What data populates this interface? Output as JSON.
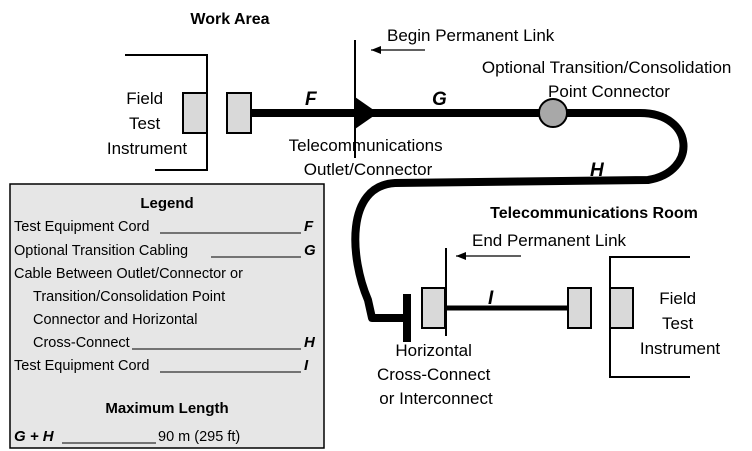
{
  "colors": {
    "cable": "#000000",
    "plug_fill": "#d9d9d9",
    "connector_fill": "#a8a8a8",
    "legend_fill": "#e6e6e6"
  },
  "work_area": {
    "title": "Work Area",
    "instrument_label": [
      "Field",
      "Test",
      "Instrument"
    ]
  },
  "telecom_room": {
    "title": "Telecommunications Room",
    "instrument_label": [
      "Field",
      "Test",
      "Instrument"
    ]
  },
  "segments": {
    "f": "F",
    "g": "G",
    "h": "H",
    "i": "I"
  },
  "labels": {
    "begin_permanent_link": "Begin Permanent Link",
    "end_permanent_link": "End Permanent Link",
    "optional_transition": [
      "Optional Transition/Consolidation",
      "Point Connector"
    ],
    "telecom_outlet": [
      "Telecommunications",
      "Outlet/Connector"
    ],
    "cross_connect": [
      "Horizontal",
      "Cross-Connect",
      "or Interconnect"
    ]
  },
  "legend": {
    "title": "Legend",
    "items": [
      {
        "text": "Test Equipment Cord",
        "key": "F"
      },
      {
        "text": "Optional Transition Cabling",
        "key": "G"
      },
      {
        "text": "Cable Between Outlet/Connector or"
      },
      {
        "text": "Transition/Consolidation Point"
      },
      {
        "text": "Connector and Horizontal"
      },
      {
        "text": "Cross-Connect",
        "key": "H"
      },
      {
        "text": "Test Equipment Cord",
        "key": "I"
      }
    ],
    "max_length_title": "Maximum Length",
    "max_length_key": "G + H",
    "max_length_value": "90 m (295 ft)"
  }
}
